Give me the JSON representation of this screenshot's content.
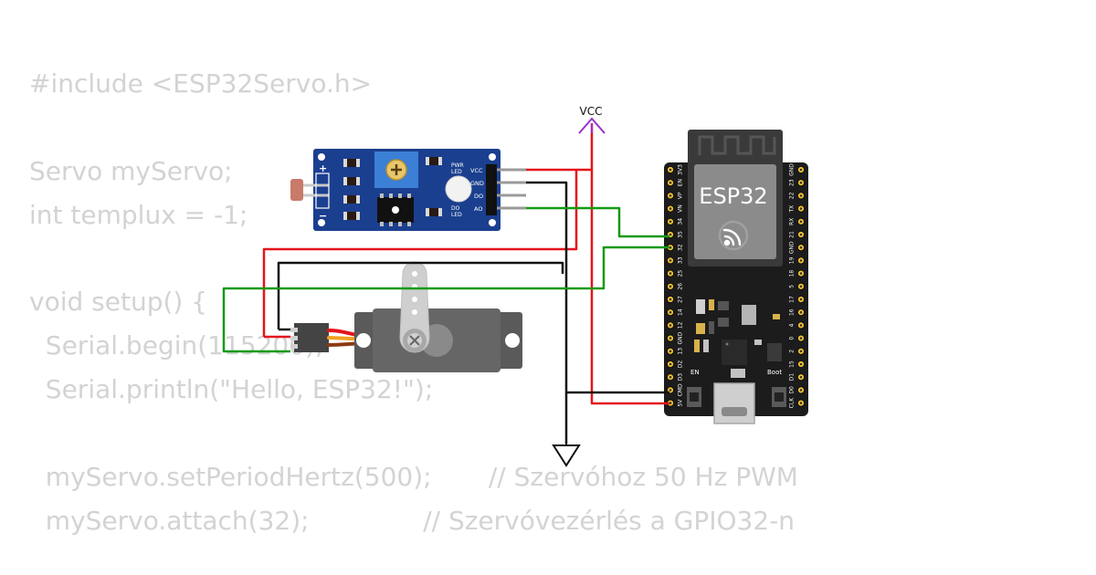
{
  "code": {
    "lines": [
      "#include <ESP32Servo.h>",
      "",
      "Servo myServo;",
      "int templux = -1;",
      "",
      "void setup() {",
      "  Serial.begin(115200);",
      "  Serial.println(\"Hello, ESP32!\");",
      "",
      "  myServo.setPeriodHertz(500);       // Szervóhoz 50 Hz PWM",
      "  myServo.attach(32);              // Szervóvezérlés a GPIO32-n"
    ]
  },
  "power": {
    "vcc_label": "VCC"
  },
  "sensor": {
    "pwr_led_label": [
      "PWR",
      "LED"
    ],
    "do_led_label": [
      "DO",
      "LED"
    ],
    "pins": [
      "VCC",
      "GND",
      "DO",
      "AO"
    ],
    "plus": "+",
    "minus": "−"
  },
  "esp32": {
    "title": "ESP32",
    "left_pins": [
      "3V3",
      "EN",
      "VP",
      "VN",
      "34",
      "35",
      "32",
      "33",
      "25",
      "26",
      "27",
      "14",
      "12",
      "GND",
      "13",
      "D2",
      "D3",
      "CMD",
      "5V"
    ],
    "right_pins": [
      "GND",
      "23",
      "22",
      "TX",
      "RX",
      "21",
      "GND",
      "19",
      "18",
      "5",
      "17",
      "16",
      "4",
      "0",
      "2",
      "15",
      "D1",
      "D0",
      "CLK"
    ],
    "en_label": "EN",
    "boot_label": "Boot"
  },
  "colors": {
    "wire_red": "#e4141b",
    "wire_black": "#111111",
    "wire_green": "#139a14",
    "vcc_symbol": "#9b30c8",
    "sensor_board": "#1b3f8f",
    "esp32_board": "#1c1c1c",
    "code_text": "#d3d3d3"
  }
}
